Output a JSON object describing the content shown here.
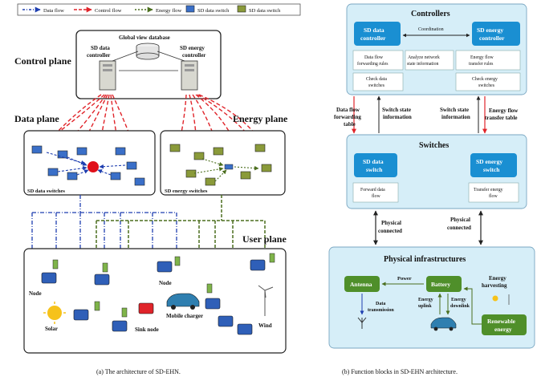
{
  "left": {
    "legend": {
      "data_flow": "Data flow",
      "control_flow": "Control flow",
      "energy_flow": "Energy flow",
      "sd_data_switch": "SD data switch",
      "sd_data_switch2": "SD data switch"
    },
    "control_plane": "Control plane",
    "global_view_db": "Global view database",
    "sd_data_controller": [
      "SD data",
      "controller"
    ],
    "sd_energy_controller": [
      "SD energy",
      "controller"
    ],
    "data_plane": "Data plane",
    "energy_plane": "Energy plane",
    "sd_data_switches": "SD data switches",
    "sd_energy_switches": "SD energy switches",
    "user_plane": "User plane",
    "node1": "Node",
    "node2": "Node",
    "solar": "Solar",
    "sink_node": "Sink node",
    "mobile_charger": "Mobile charger",
    "wind": "Wind",
    "caption": "(a) The architecture of SD-EHN."
  },
  "right": {
    "controllers": "Controllers",
    "sd_data_controller": [
      "SD data",
      "controller"
    ],
    "coordination": "Coordination",
    "sd_energy_controller": [
      "SD energy",
      "controller"
    ],
    "dataflow_rules": [
      "Data flow",
      "forwarding rules"
    ],
    "analyze": [
      "Analyze network",
      "state information"
    ],
    "energyflow_rules": [
      "Energy flow",
      "transfer rules"
    ],
    "check_data": [
      "Check data",
      "switches"
    ],
    "check_energy": [
      "Check energy",
      "switches"
    ],
    "df_table": [
      "Data flow",
      "forwarding",
      "table"
    ],
    "switch_state_1": [
      "Switch state",
      "information"
    ],
    "switch_state_2": [
      "Switch state",
      "information"
    ],
    "ef_table": [
      "Energy flow",
      "transfer table"
    ],
    "switches": "Switches",
    "sd_data_switch": [
      "SD data",
      "switch"
    ],
    "sd_energy_switch": [
      "SD energy",
      "switch"
    ],
    "forward_data": [
      "Forward data",
      "flow"
    ],
    "transfer_energy": [
      "Transfer energy",
      "flow"
    ],
    "phys_conn_1": [
      "Physical",
      "connected"
    ],
    "phys_conn_2": [
      "Physical",
      "connected"
    ],
    "phys_infra": "Physical infrastructures",
    "antenna": "Antenna",
    "power": "Power",
    "battery": "Battery",
    "energy_harvesting": [
      "Energy",
      "harvesting"
    ],
    "data_transmission": [
      "Data",
      "transmission"
    ],
    "energy_uplink": [
      "Energy",
      "uplink"
    ],
    "energy_downlink": [
      "Energy",
      "downlink"
    ],
    "renewable_energy": [
      "Renewable",
      "energy"
    ],
    "caption": "(b) Function blocks in SD-EHN architecture."
  },
  "colors": {
    "data_blue": "#1f3fb0",
    "control_red": "#e0242a",
    "energy_green": "#4b6e1e",
    "panel_fill": "#d6eef8",
    "box_blue": "#1a8fd2",
    "box_green": "#4f8f2a"
  }
}
